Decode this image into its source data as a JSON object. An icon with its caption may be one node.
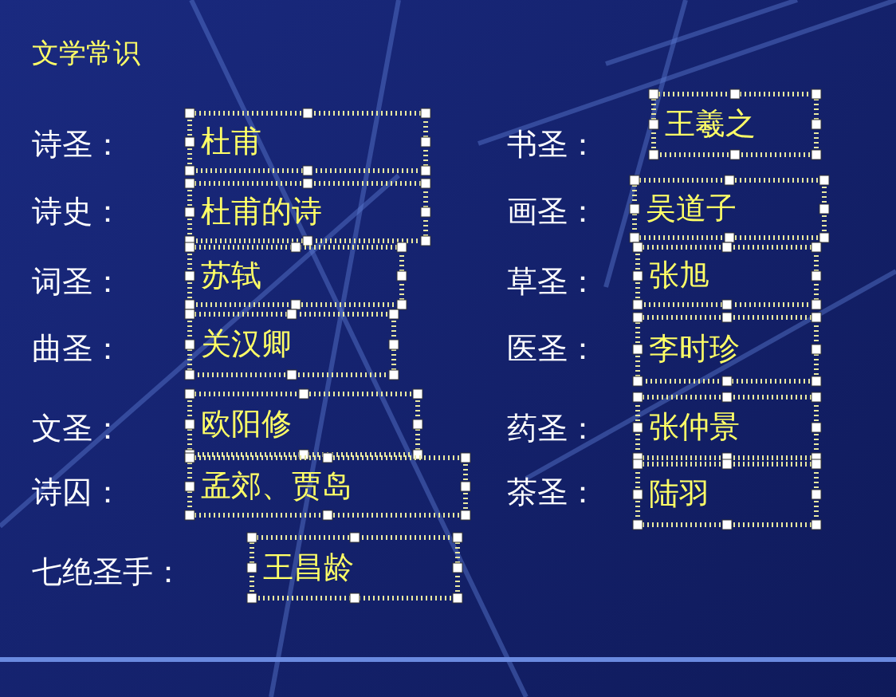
{
  "diagram": {
    "title": "文学常识",
    "nodes": [
      {
        "text": [
          "杜甫"
        ]
      },
      {
        "text": [
          "王羲之"
        ]
      },
      {
        "text": [
          "杜甫的诗"
        ]
      },
      {
        "text": [
          "吴道子"
        ]
      },
      {
        "text": [
          "苏轼"
        ]
      },
      {
        "text": [
          "张旭"
        ]
      },
      {
        "text": [
          "关汉卿"
        ]
      },
      {
        "text": [
          "李时珍"
        ]
      },
      {
        "text": [
          "欧阳修"
        ]
      },
      {
        "text": [
          "张仲景"
        ]
      },
      {
        "text": [
          "孟郊、贾岛"
        ]
      },
      {
        "text": [
          "陆羽"
        ]
      },
      {
        "text": [
          "王昌龄"
        ]
      }
    ],
    "labels": [
      "诗圣：",
      "书圣：",
      "诗史：",
      "画圣：",
      "词圣：",
      "草圣：",
      "曲圣：",
      "医圣：",
      "文圣：",
      "药圣：",
      "诗囚：",
      "茶圣：",
      "七绝圣手："
    ]
  }
}
